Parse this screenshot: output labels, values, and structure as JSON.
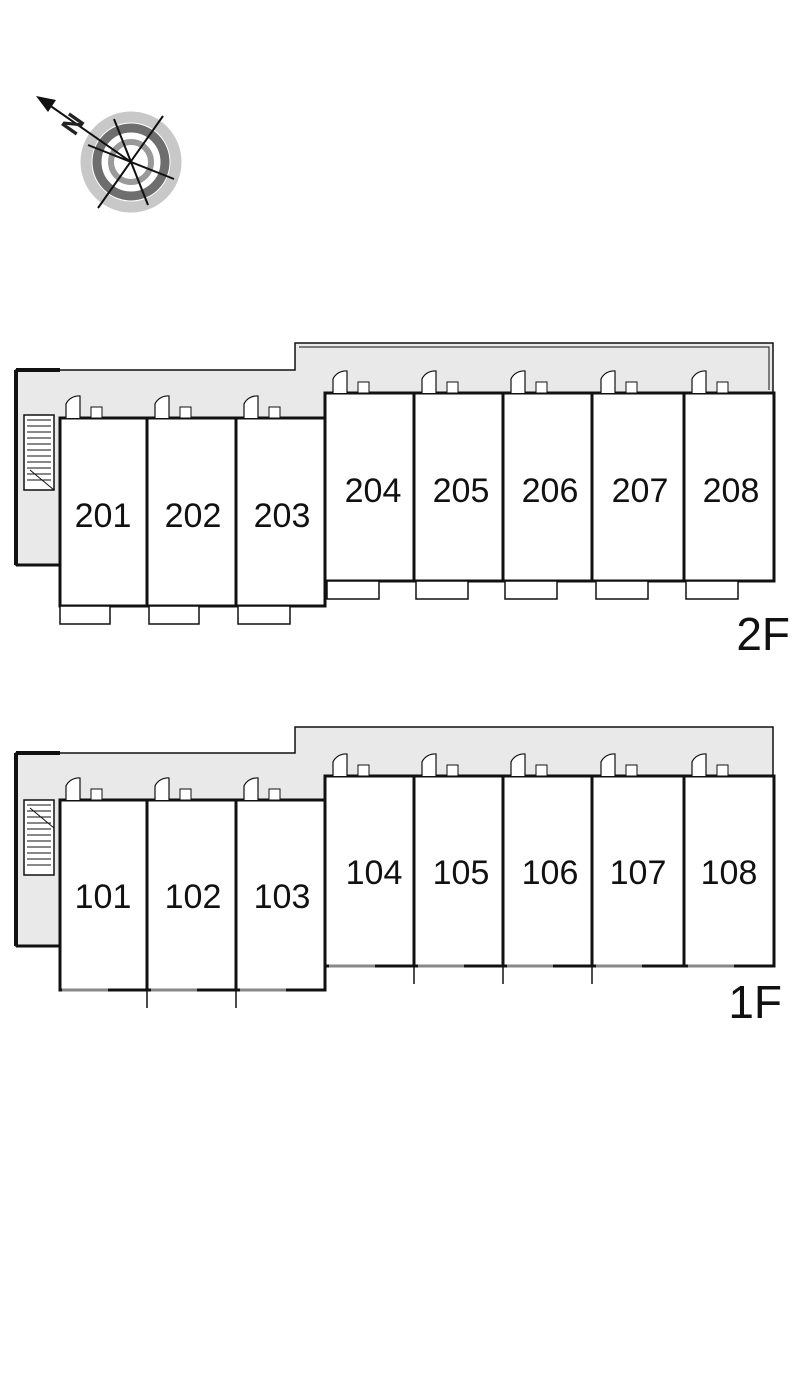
{
  "compass": {
    "north_label": "N",
    "icon": "compass-rose-icon"
  },
  "colors": {
    "corridor": "#e9e9e9",
    "wall": "#111111",
    "compass_ring": "#9a9a9a"
  },
  "floors": [
    {
      "id": "2F",
      "label": "2F",
      "units": [
        "201",
        "202",
        "203",
        "204",
        "205",
        "206",
        "207",
        "208"
      ]
    },
    {
      "id": "1F",
      "label": "1F",
      "units": [
        "101",
        "102",
        "103",
        "104",
        "105",
        "106",
        "107",
        "108"
      ]
    }
  ]
}
